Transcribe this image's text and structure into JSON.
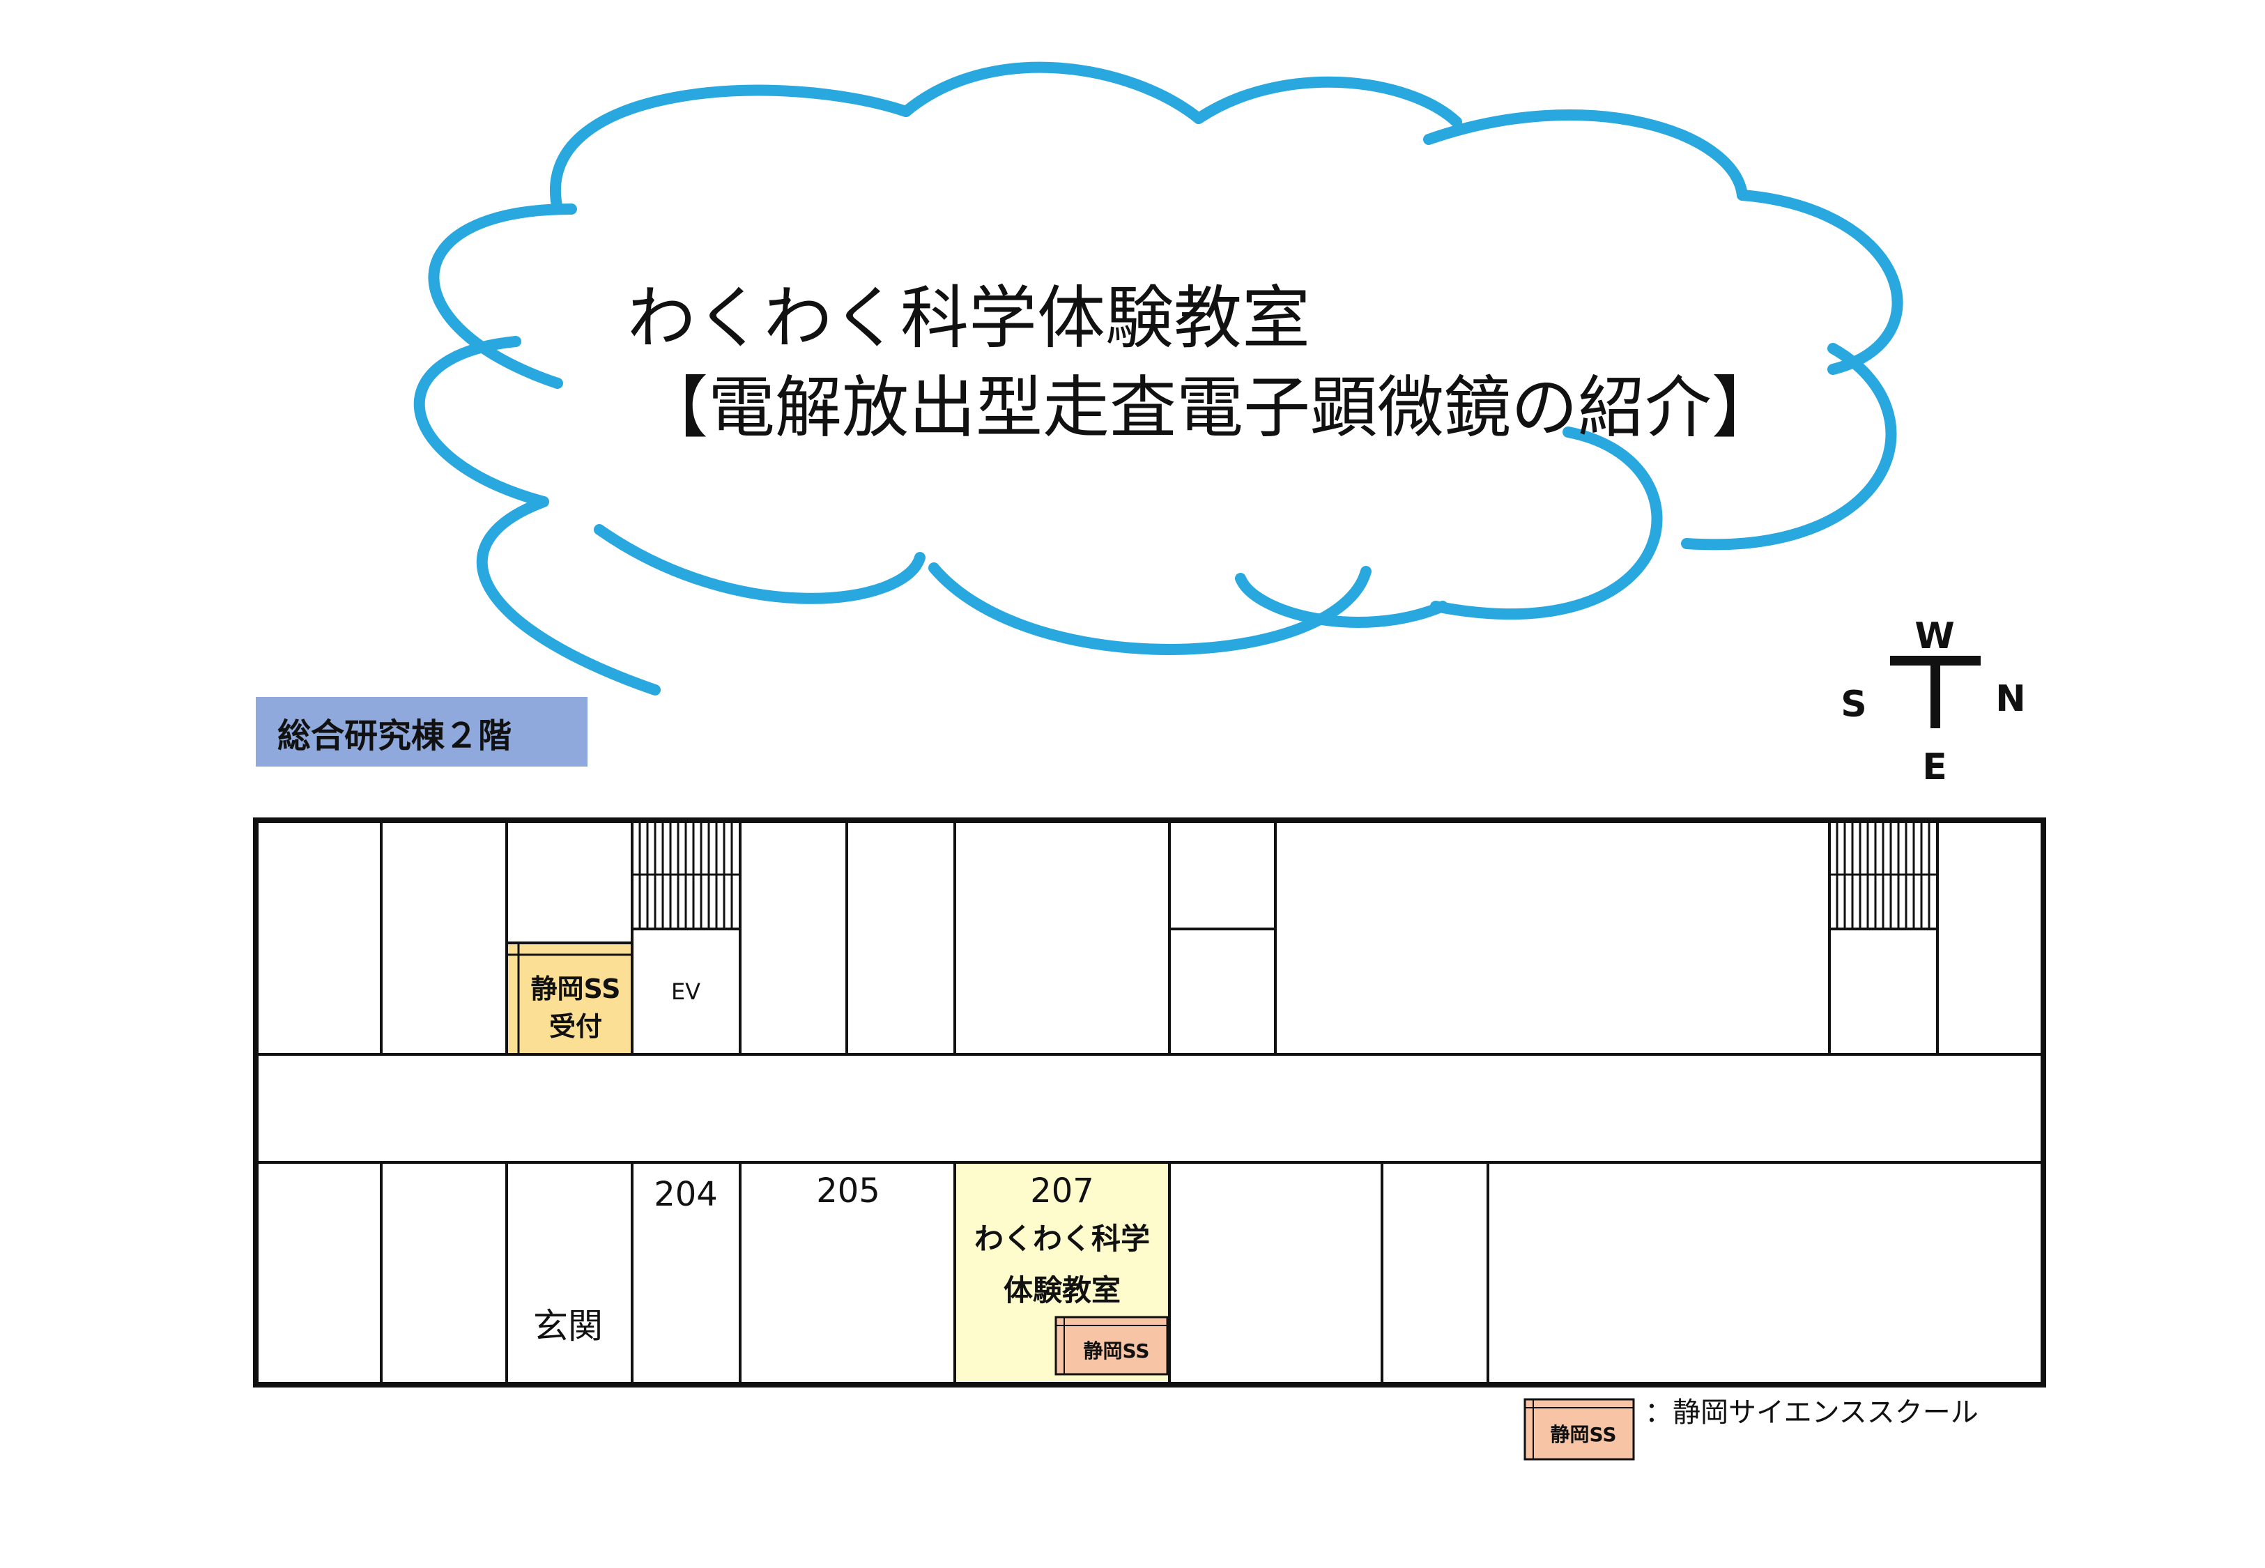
{
  "title": {
    "line1": "わくわく科学体験教室",
    "line2": "【電解放出型走査電子顕微鏡の紹介】"
  },
  "floor_label": "総合研究棟２階",
  "compass": {
    "top": "W",
    "left": "S",
    "right": "N",
    "bottom": "E"
  },
  "rooms": {
    "ev": "EV",
    "reception_line1": "静岡SS",
    "reception_line2": "受付",
    "entrance": "玄関",
    "r204": "204",
    "r205": "205",
    "r207": "207",
    "r207_line1": "わくわく科学",
    "r207_line2": "体験教室",
    "r207_badge": "静岡SS"
  },
  "legend": {
    "badge": "静岡SS",
    "text": "：静岡サイエンススクール"
  },
  "colors": {
    "cloud_stroke": "#29a8e0",
    "floor_label_bg": "#8fa9dc",
    "reception_fill": "#fbdf95",
    "classroom_fill": "#fefccc",
    "badge_fill": "#f7c4a5"
  }
}
